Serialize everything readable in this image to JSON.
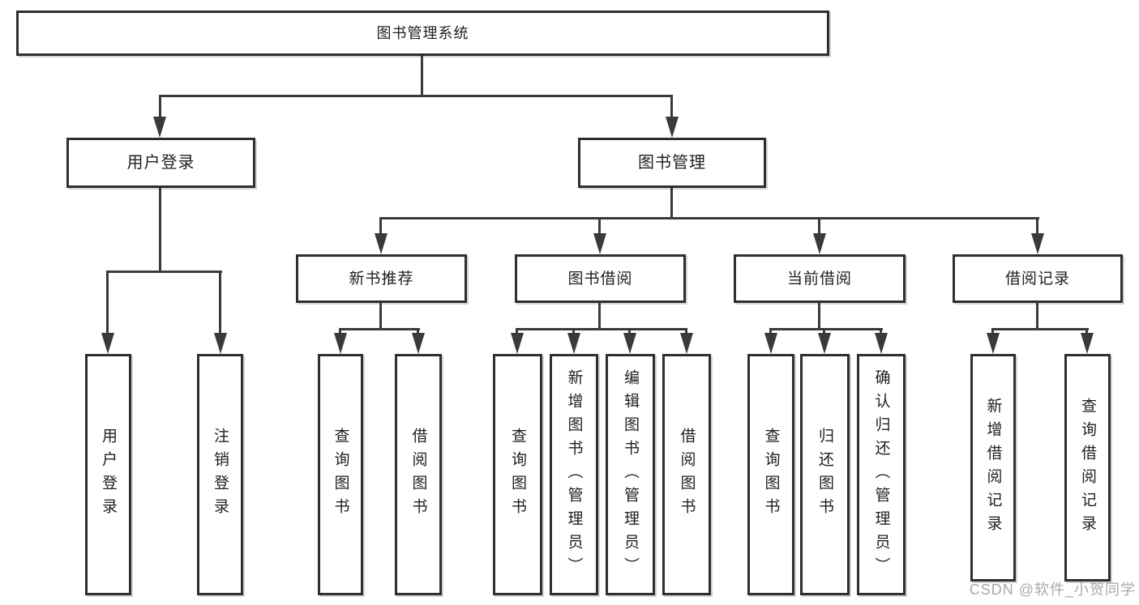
{
  "colors": {
    "line": "#3a3a3a",
    "border": "#2f2f2f",
    "text": "#1f1f1f",
    "watermark": "#9a9a9a",
    "background": "#ffffff"
  },
  "nodes": {
    "root": {
      "label": "图书管理系统"
    },
    "user_login": {
      "label": "用户登录"
    },
    "book_management": {
      "label": "图书管理"
    },
    "new_book_recommend": {
      "label": "新书推荐"
    },
    "book_borrow": {
      "label": "图书借阅"
    },
    "current_borrow": {
      "label": "当前借阅"
    },
    "borrow_record": {
      "label": "借阅记录"
    },
    "leaf_user_login": {
      "label": "用户登录"
    },
    "leaf_logout": {
      "label": "注销登录"
    },
    "recommend_query_books": {
      "label": "查询图书"
    },
    "recommend_borrow_books": {
      "label": "借阅图书"
    },
    "borrow_query_books": {
      "label": "查询图书"
    },
    "borrow_add_books": {
      "label": "新增图书（管理员）"
    },
    "borrow_edit_books": {
      "label": "编辑图书（管理员）"
    },
    "borrow_borrow_books": {
      "label": "借阅图书"
    },
    "current_query_books": {
      "label": "查询图书"
    },
    "current_return_books": {
      "label": "归还图书"
    },
    "current_confirm_return": {
      "label": "确认归还（管理员）"
    },
    "record_add": {
      "label": "新增借阅记录"
    },
    "record_query": {
      "label": "查询借阅记录"
    }
  },
  "watermark": {
    "text": "CSDN @软件_小贺同学"
  }
}
